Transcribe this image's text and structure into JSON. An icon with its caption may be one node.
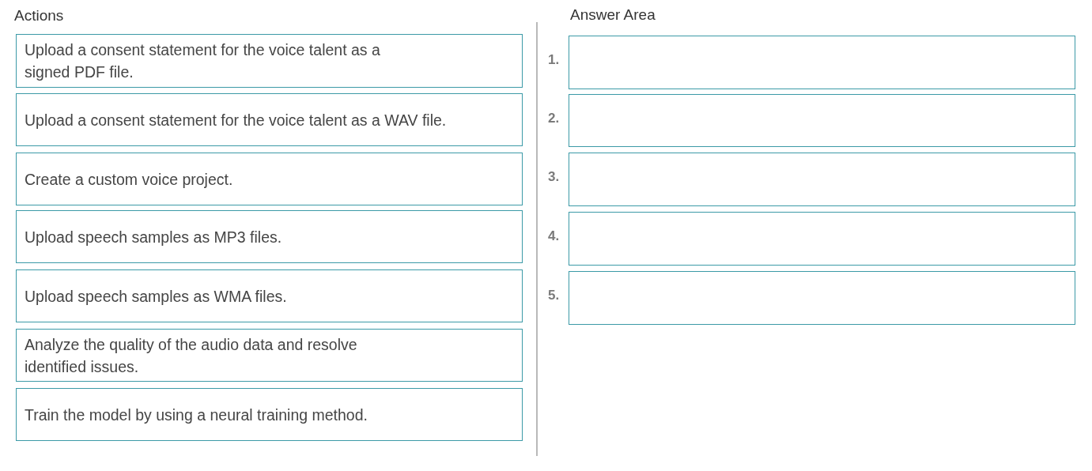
{
  "diagram": {
    "nodes": [
      {
        "text": [
          "Upload a consent statement for the voice talent as a signed PDF file."
        ]
      },
      {
        "text": [
          "Upload a consent statement for the voice talent as a WAV file."
        ]
      },
      {
        "text": [
          "Create a custom voice project."
        ]
      },
      {
        "text": [
          "Upload speech samples as MP3 files."
        ]
      },
      {
        "text": [
          "Upload speech samples as WMA files."
        ]
      },
      {
        "text": [
          "Analyze the quality of the audio data and resolve identified issues."
        ]
      },
      {
        "text": [
          "Train the model by using a neural training method."
        ]
      },
      {
        "text": [],
        "shape": "box",
        "beside": [
          "1."
        ]
      },
      {
        "text": [],
        "shape": "box",
        "beside": [
          "2."
        ]
      },
      {
        "text": [],
        "shape": "box",
        "beside": [
          "3."
        ]
      },
      {
        "text": [],
        "shape": "box",
        "beside": [
          "4."
        ]
      },
      {
        "text": [],
        "shape": "box",
        "beside": [
          "5."
        ]
      }
    ],
    "edges": [],
    "labels": [
      "Actions",
      "Answer Area"
    ]
  }
}
